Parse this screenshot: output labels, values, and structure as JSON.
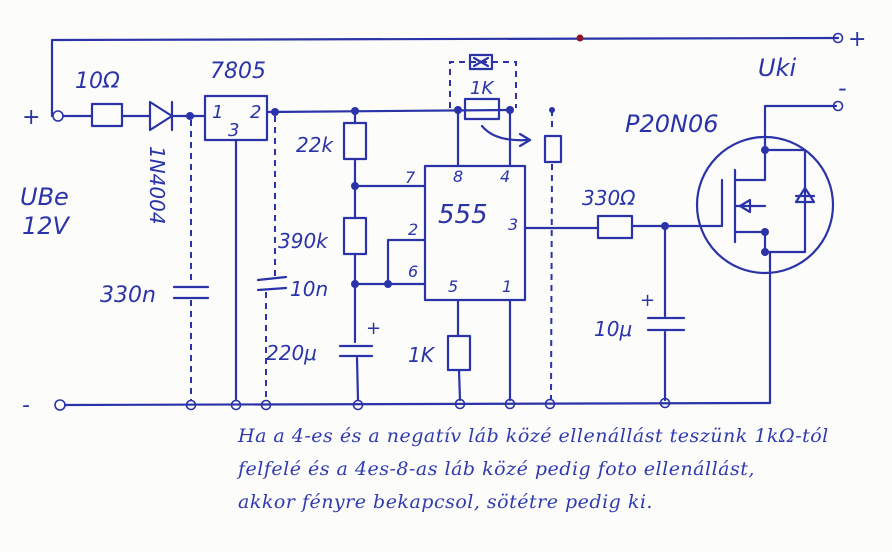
{
  "labels": {
    "plus_in": "+",
    "minus_in": "-",
    "plus_out": "+",
    "minus_out": "-",
    "r_input": "10Ω",
    "regulator": "7805",
    "reg_pins": [
      "1",
      "2",
      "3"
    ],
    "diode": "1N4004",
    "ube": "UBe",
    "ube_voltage": "12V",
    "uki": "Uki",
    "mosfet": "P20N06",
    "c1": "330n",
    "c2": "10n",
    "r1": "22k",
    "r2": "390k",
    "c3": "220μ",
    "c3_plus": "+",
    "ic": "555",
    "pin7": "7",
    "pin8": "8",
    "pin4": "4",
    "pin2": "2",
    "pin6": "6",
    "pin3": "3",
    "pin5": "5",
    "pin1": "1",
    "r5": "1K",
    "pot": "1K",
    "r_gate": "330Ω",
    "c_gate": "10μ",
    "c_gate_plus": "+"
  },
  "note": [
    "Ha a 4-es és a negatív láb közé ellenállást teszünk 1kΩ-tól",
    "felfelé és a 4es-8-as láb közé pedig foto ellenállást,",
    "akkor fényre bekapcsol, sötétre pedig ki."
  ]
}
